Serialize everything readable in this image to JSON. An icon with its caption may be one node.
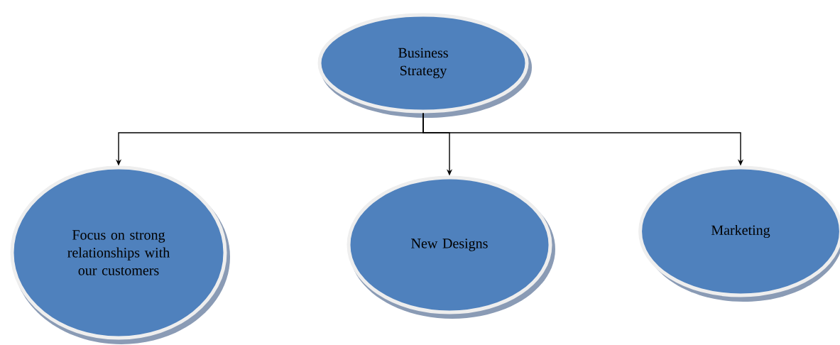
{
  "diagram": {
    "nodes": [
      {
        "text": [
          "Business Strategy"
        ]
      },
      {
        "text": [
          "Focus on strong relationships with our customers"
        ]
      },
      {
        "text": [
          "New Designs"
        ]
      },
      {
        "text": [
          "Marketing"
        ]
      }
    ],
    "edges": [
      {
        "from": 0,
        "to": 1,
        "arrow": "to"
      },
      {
        "from": 0,
        "to": 2,
        "arrow": "to"
      },
      {
        "from": 0,
        "to": 3,
        "arrow": "to"
      }
    ]
  }
}
